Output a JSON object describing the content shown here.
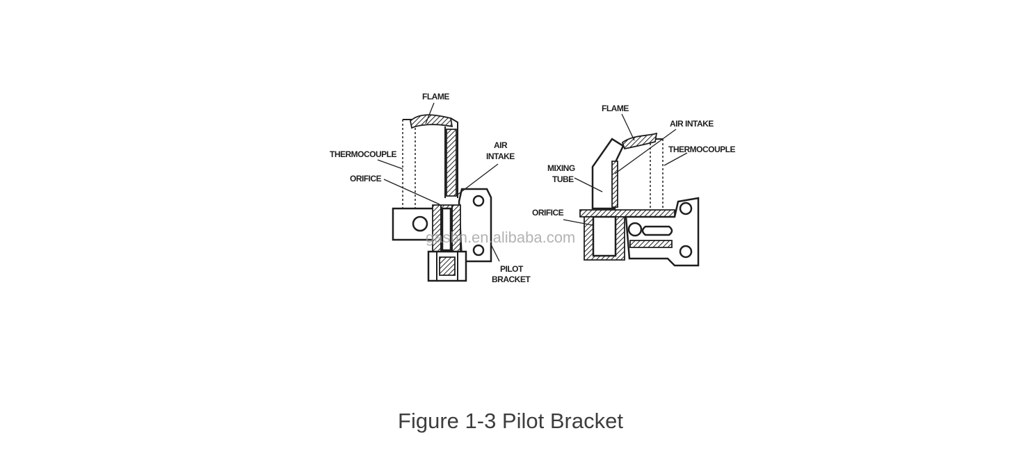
{
  "left_labels": {
    "flame": "FLAME",
    "thermocouple": "THERMOCOUPLE",
    "orifice": "ORIFICE",
    "air": "AIR",
    "intake": "INTAKE",
    "pilot": "PILOT",
    "bracket": "BRACKET"
  },
  "right_labels": {
    "flame": "FLAME",
    "air_intake": "AIR INTAKE",
    "thermocouple": "THERMOCOUPLE",
    "mixing": "MIXING",
    "tube": "TUBE",
    "orifice": "ORIFICE"
  },
  "watermark": "gasbn.en.alibaba.com",
  "caption": "Figure 1-3 Pilot Bracket"
}
